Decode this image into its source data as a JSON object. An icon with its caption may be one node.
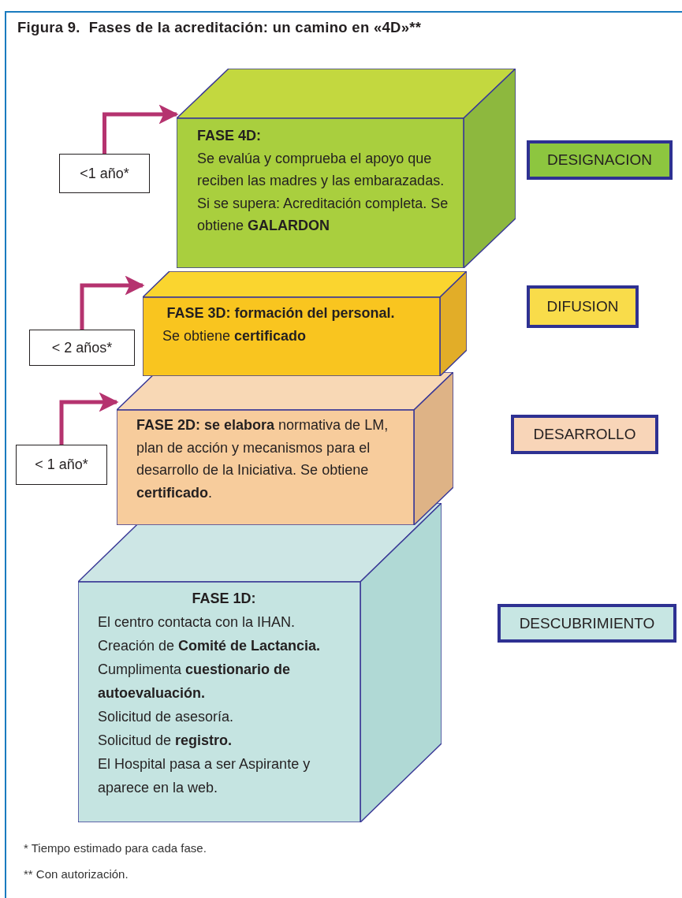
{
  "diagram": {
    "title": "Figura 9.  Fases de la acreditación: un camino en «4D»**",
    "nodes": [
      {
        "text": [
          "FASE 4D:",
          "Se evalúa y comprueba el apoyo que reciben las madres y las embarazadas.",
          "Si se supera: Acreditación completa. Se obtiene **GALARDON**"
        ]
      },
      {
        "text": [
          "<1 año*"
        ]
      },
      {
        "text": [
          "DESIGNACION"
        ]
      },
      {
        "text": [
          "FASE 3D: formación del personal.",
          "Se obtiene **certificado**"
        ]
      },
      {
        "text": [
          "< 2 años*"
        ]
      },
      {
        "text": [
          "DIFUSION"
        ]
      },
      {
        "text": [
          "**FASE 2D: se elabora** normativa de LM, plan de acción y mecanismos para el desarrollo de la Iniciativa. Se obtiene **certificado**."
        ]
      },
      {
        "text": [
          "< 1 año*"
        ]
      },
      {
        "text": [
          "DESARROLLO"
        ]
      },
      {
        "text": [
          "FASE 1D:",
          "El centro contacta con la IHAN.",
          "Creación de **Comité de Lactancia.**",
          "Cumplimenta **cuestionario de autoevaluación.**",
          "Solicitud de asesoría.",
          "Solicitud de **registro.**",
          "El Hospital pasa a ser Aspirante y aparece en la web."
        ]
      },
      {
        "text": [
          "DESCUBRIMIENTO"
        ]
      }
    ],
    "edges": [
      {
        "from": 1,
        "to": 0,
        "arrow": "to"
      },
      {
        "from": 4,
        "to": 3,
        "arrow": "to"
      },
      {
        "from": 7,
        "to": 6,
        "arrow": "to"
      }
    ],
    "labels": [
      "* Tiempo estimado para cada fase.",
      "** Con autorización."
    ]
  }
}
